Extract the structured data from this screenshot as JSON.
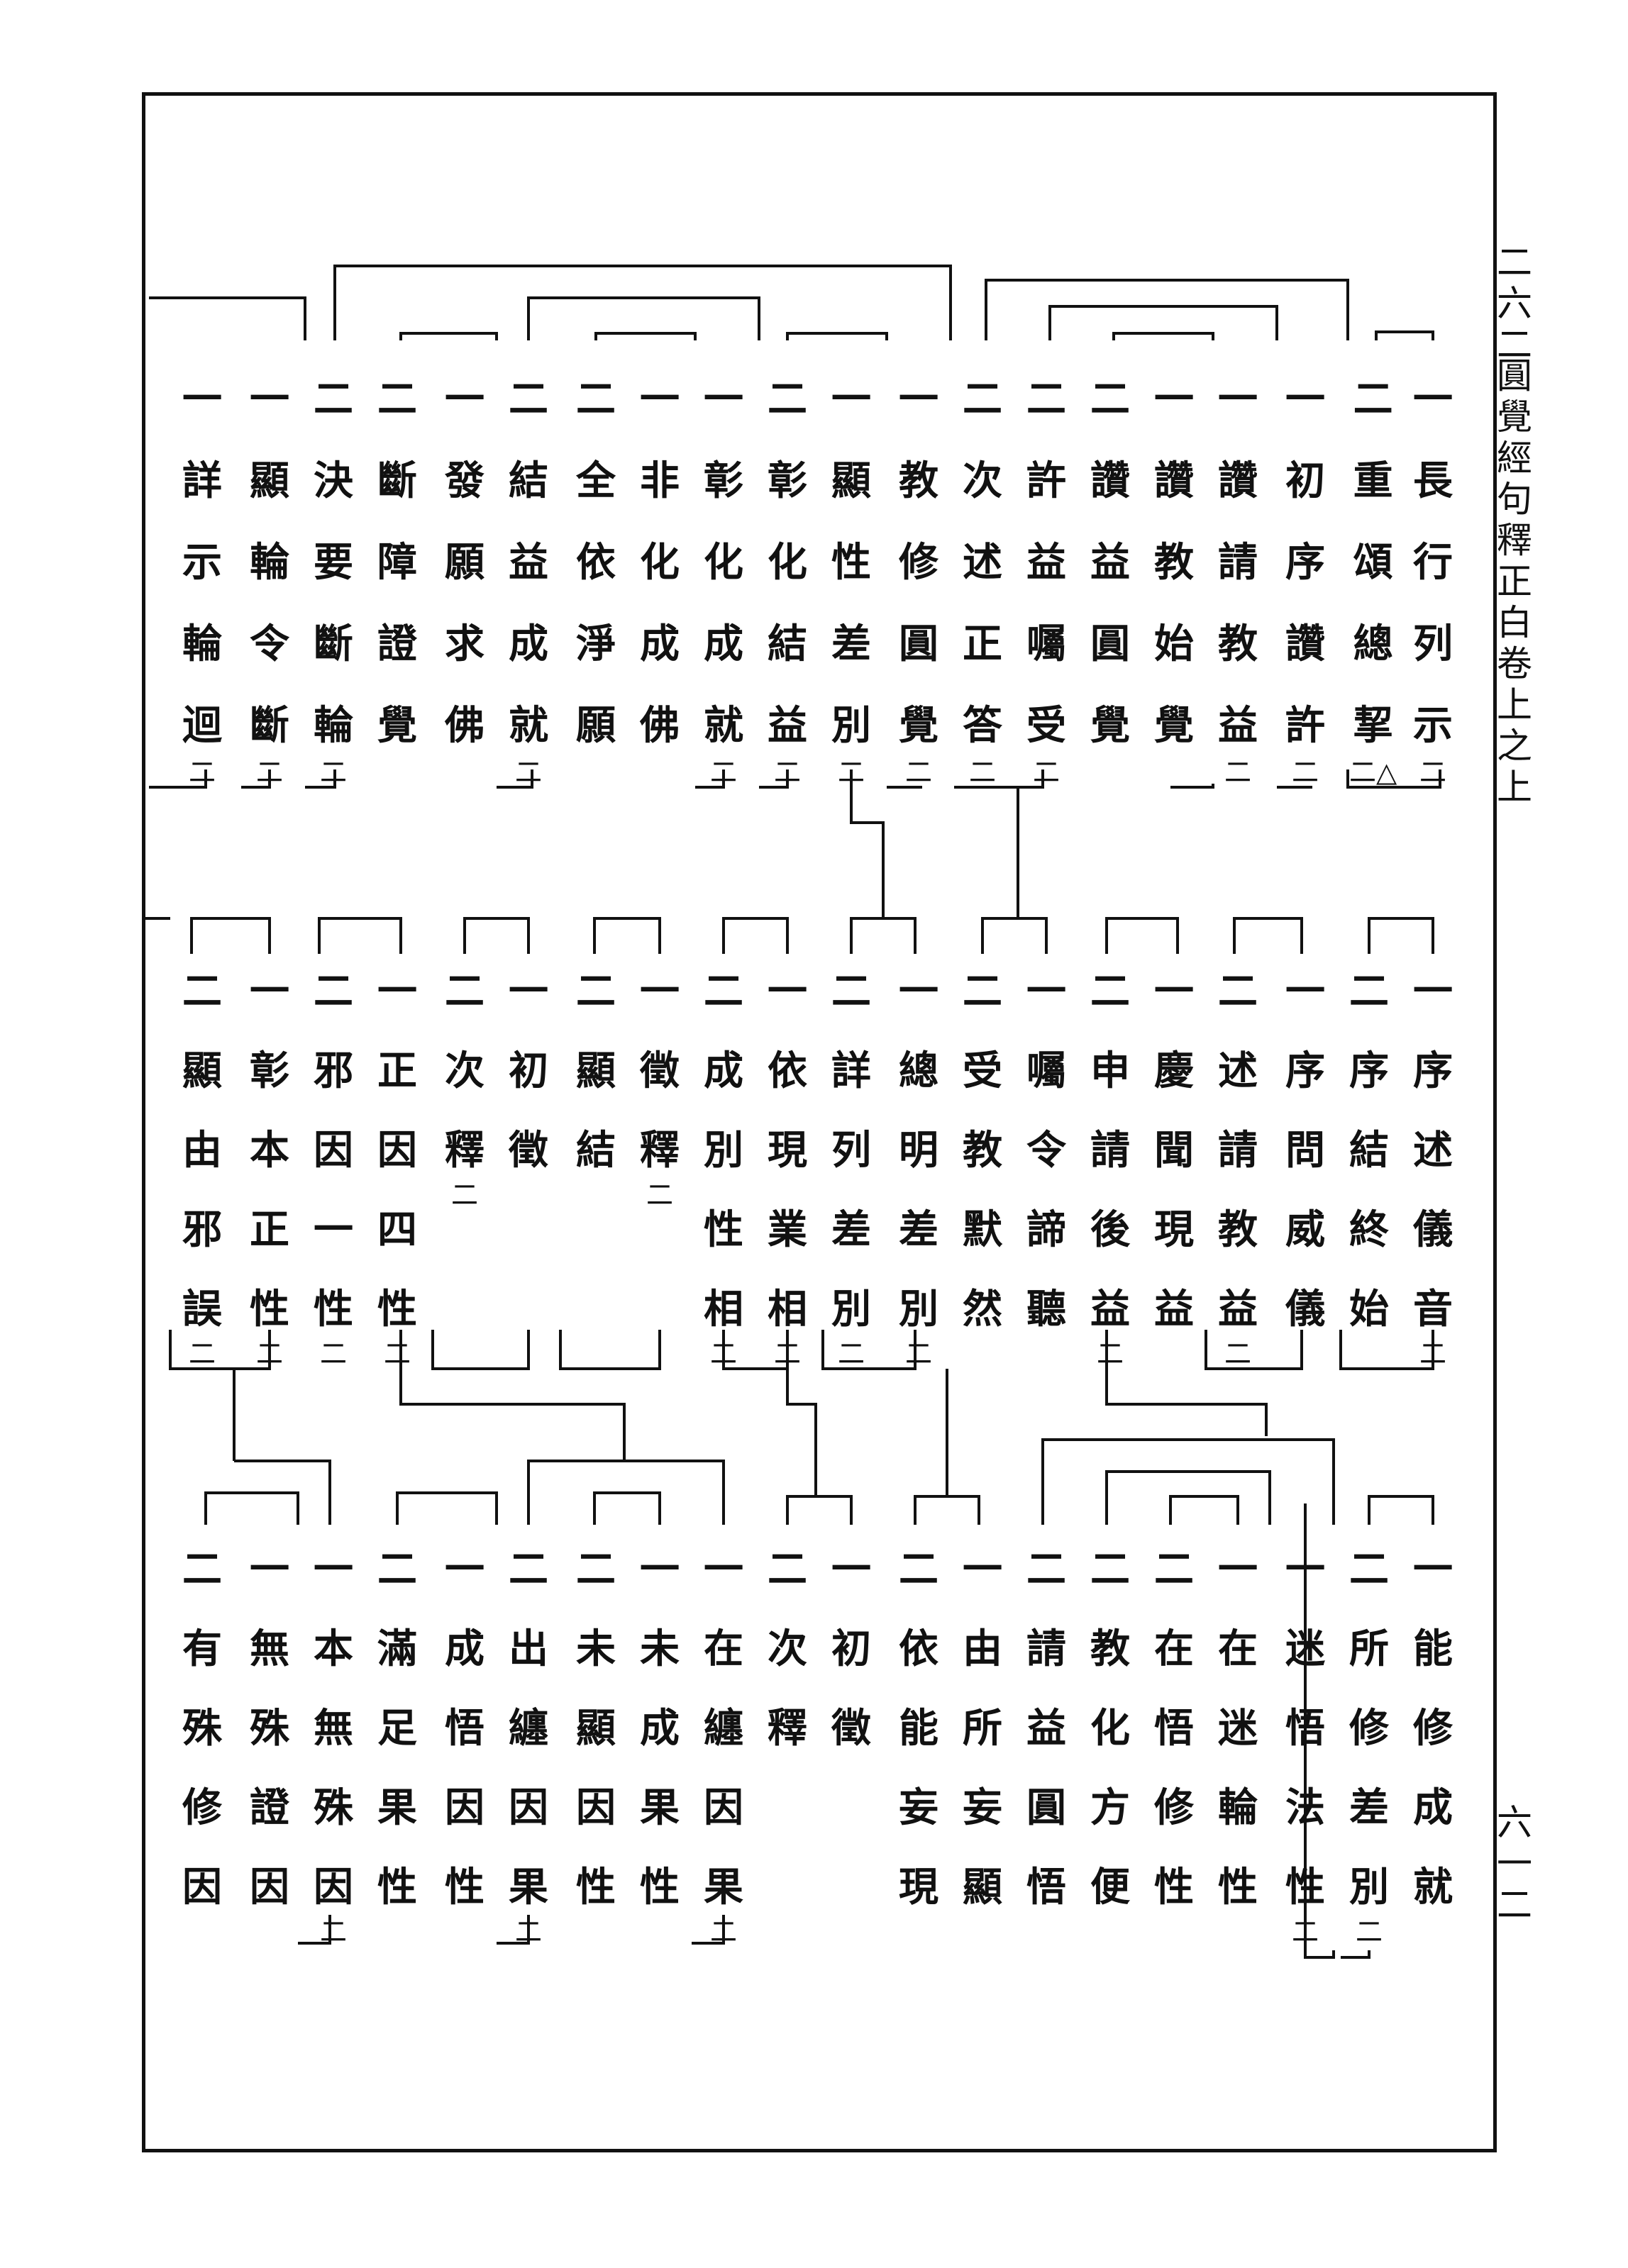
{
  "header": {
    "page_number_top": "二六二",
    "book_title": "圓覺經句釋正白卷上之上",
    "page_number_bottom": "六一二"
  },
  "section1": [
    {
      "num": "一",
      "text": "長行列示",
      "mark": "二"
    },
    {
      "num": "二",
      "text": "重頌總挈",
      "mark": "二△"
    },
    {
      "num": "一",
      "text": "初序讚許",
      "mark": "二"
    },
    {
      "num": "一",
      "text": "讚請教益",
      "mark": "二"
    },
    {
      "num": "一",
      "text": "讚教始覺",
      "mark": ""
    },
    {
      "num": "二",
      "text": "讚益圓覺",
      "mark": ""
    },
    {
      "num": "二",
      "text": "許益囑受",
      "mark": "二"
    },
    {
      "num": "二",
      "text": "次述正答",
      "mark": "二"
    },
    {
      "num": "一",
      "text": "教修圓覺",
      "mark": "二"
    },
    {
      "num": "一",
      "text": "顯性差別",
      "mark": "二"
    },
    {
      "num": "二",
      "text": "彰化結益",
      "mark": "二"
    },
    {
      "num": "一",
      "text": "彰化成就",
      "mark": "二"
    },
    {
      "num": "一",
      "text": "非化成佛",
      "mark": ""
    },
    {
      "num": "二",
      "text": "全依淨願",
      "mark": ""
    },
    {
      "num": "二",
      "text": "結益成就",
      "mark": "二"
    },
    {
      "num": "一",
      "text": "發願求佛",
      "mark": ""
    },
    {
      "num": "二",
      "text": "斷障證覺",
      "mark": ""
    },
    {
      "num": "二",
      "text": "決要斷輪",
      "mark": "二"
    },
    {
      "num": "一",
      "text": "顯輪令斷",
      "mark": "二"
    },
    {
      "num": "一",
      "text": "詳示輪迴",
      "mark": "二"
    }
  ],
  "section2": [
    {
      "num": "一",
      "text": "序述儀音",
      "mark": "二"
    },
    {
      "num": "二",
      "text": "序結終始",
      "mark": ""
    },
    {
      "num": "一",
      "text": "序問威儀",
      "mark": ""
    },
    {
      "num": "二",
      "text": "述請教益",
      "mark": "二"
    },
    {
      "num": "一",
      "text": "慶聞現益",
      "mark": ""
    },
    {
      "num": "二",
      "text": "申請後益",
      "mark": "二"
    },
    {
      "num": "一",
      "text": "囑令諦聽",
      "mark": ""
    },
    {
      "num": "二",
      "text": "受教默然",
      "mark": ""
    },
    {
      "num": "一",
      "text": "總明差別",
      "mark": "二"
    },
    {
      "num": "二",
      "text": "詳列差別",
      "mark": "二"
    },
    {
      "num": "一",
      "text": "依現業相",
      "mark": "二"
    },
    {
      "num": "二",
      "text": "成別性相",
      "mark": "二"
    },
    {
      "num": "一",
      "text": "徵釋",
      "mark": "二"
    },
    {
      "num": "二",
      "text": "顯結",
      "mark": ""
    },
    {
      "num": "一",
      "text": "初徵",
      "mark": ""
    },
    {
      "num": "二",
      "text": "次釋",
      "mark": "二"
    },
    {
      "num": "一",
      "text": "正因四性",
      "mark": "二"
    },
    {
      "num": "二",
      "text": "邪因一性",
      "mark": "二"
    },
    {
      "num": "一",
      "text": "彰本正性",
      "mark": "二"
    },
    {
      "num": "二",
      "text": "顯由邪誤",
      "mark": "二"
    }
  ],
  "section3": [
    {
      "num": "一",
      "text": "能修成就",
      "mark": ""
    },
    {
      "num": "二",
      "text": "所修差別",
      "mark": "二"
    },
    {
      "num": "一",
      "text": "迷悟法性",
      "mark": "二"
    },
    {
      "num": "一",
      "text": "在迷輪性",
      "mark": ""
    },
    {
      "num": "二",
      "text": "在悟修性",
      "mark": ""
    },
    {
      "num": "二",
      "text": "教化方便",
      "mark": ""
    },
    {
      "num": "二",
      "text": "請益圓悟",
      "mark": ""
    },
    {
      "num": "一",
      "text": "由所妄顯",
      "mark": ""
    },
    {
      "num": "二",
      "text": "依能妄現",
      "mark": ""
    },
    {
      "num": "一",
      "text": "初徵",
      "mark": ""
    },
    {
      "num": "二",
      "text": "次釋",
      "mark": ""
    },
    {
      "num": "一",
      "text": "在纏因果",
      "mark": "二"
    },
    {
      "num": "一",
      "text": "未成果性",
      "mark": ""
    },
    {
      "num": "二",
      "text": "未顯因性",
      "mark": ""
    },
    {
      "num": "二",
      "text": "出纏因果",
      "mark": "二"
    },
    {
      "num": "一",
      "text": "成悟因性",
      "mark": ""
    },
    {
      "num": "二",
      "text": "滿足果性",
      "mark": ""
    },
    {
      "num": "一",
      "text": "本無殊因",
      "mark": "二"
    },
    {
      "num": "一",
      "text": "無殊證因",
      "mark": ""
    },
    {
      "num": "二",
      "text": "有殊修因",
      "mark": ""
    }
  ]
}
